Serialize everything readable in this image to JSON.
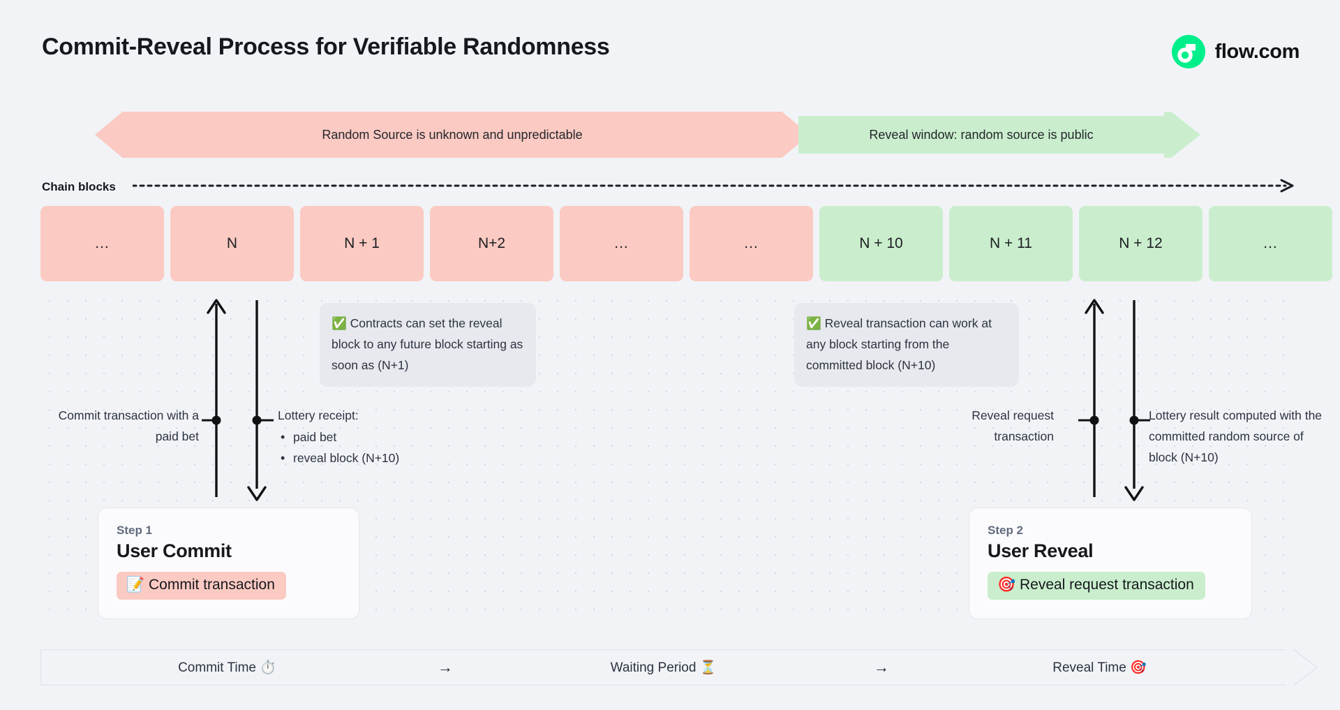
{
  "header": {
    "title": "Commit-Reveal Process for Verifiable Randomness",
    "brand_name": "flow.com",
    "brand_color": "#00ef8b"
  },
  "banners": {
    "unknown_phase": {
      "label": "Random Source is unknown and unpredictable",
      "color": "#fbcac2",
      "direction": "double"
    },
    "reveal_phase": {
      "label": "Reveal window: random source is public",
      "color": "#caeecd",
      "direction": "right"
    }
  },
  "chain": {
    "label": "Chain blocks",
    "blocks": [
      {
        "label": "...",
        "state": "pink"
      },
      {
        "label": "N",
        "state": "pink"
      },
      {
        "label": "N + 1",
        "state": "pink"
      },
      {
        "label": "N+2",
        "state": "pink"
      },
      {
        "label": "...",
        "state": "pink"
      },
      {
        "label": "...",
        "state": "pink"
      },
      {
        "label": "N + 10",
        "state": "green"
      },
      {
        "label": "N + 11",
        "state": "green"
      },
      {
        "label": "N + 12",
        "state": "green"
      },
      {
        "label": "...",
        "state": "green"
      }
    ]
  },
  "callouts": {
    "commit": {
      "icon": "white-check-mark",
      "text": "✅ Contracts can set the reveal block to any future block starting as soon as (N+1)"
    },
    "reveal": {
      "icon": "white-check-mark",
      "text": "✅ Reveal transaction can work at any block starting from the committed block (N+10)"
    }
  },
  "annotations": {
    "commit_tx": "Commit transaction with a paid bet",
    "lottery_receipt_title": "Lottery receipt:",
    "lottery_receipt_items": [
      "paid bet",
      "reveal block (N+10)"
    ],
    "reveal_request": "Reveal request transaction",
    "lottery_result": "Lottery result computed with the committed random source of block (N+10)"
  },
  "steps": [
    {
      "kicker": "Step 1",
      "title": "User Commit",
      "pill_label": "📝 Commit transaction",
      "pill_color": "#fbcac2"
    },
    {
      "kicker": "Step 2",
      "title": "User Reveal",
      "pill_label": "🎯 Reveal request transaction",
      "pill_color": "#caeecd"
    }
  ],
  "footer_timeline": {
    "phases": [
      "Commit Time ⏱️",
      "Waiting Period ⏳",
      "Reveal Time 🎯"
    ],
    "separator": "→"
  }
}
